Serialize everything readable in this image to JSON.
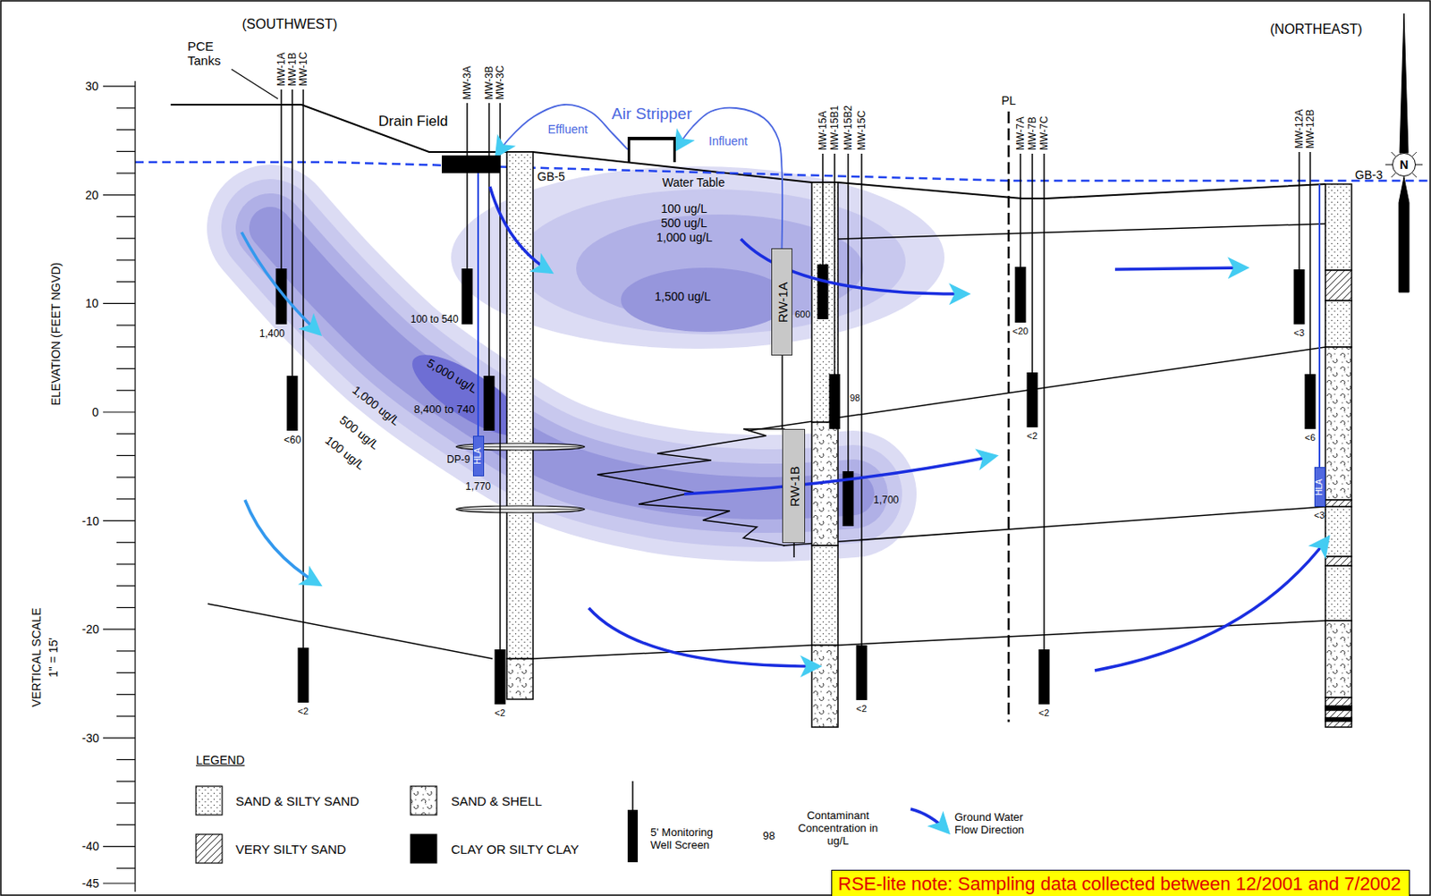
{
  "diagram": {
    "nodes": [
      {
        "text": [
          "Air Stripper"
        ]
      },
      {
        "text": [
          "Drain Field"
        ]
      },
      {
        "text": [
          "RW-1A"
        ]
      },
      {
        "text": [
          "RW-1B"
        ]
      },
      {
        "text": [
          "HLA"
        ]
      },
      {
        "text": [
          "HLA"
        ]
      },
      {
        "text": [
          "RSE-lite note: Sampling data collected between 12/2001 and 7/2002"
        ]
      },
      {
        "text": [
          "N"
        ]
      }
    ],
    "edges": [
      {
        "from": 2,
        "to": 0,
        "arrow": "to",
        "label": "Influent"
      },
      {
        "from": 0,
        "to": 1,
        "arrow": "to",
        "label": "Effluent"
      }
    ],
    "labels": [
      "(SOUTHWEST)",
      "(NORTHEAST)",
      "PCE Tanks",
      "MW-1A",
      "MW-1B",
      "MW-1C",
      "MW-3A",
      "MW-3B",
      "MW-3C",
      "GB-5",
      "MW-15A",
      "MW-15B1",
      "MW-15B2",
      "MW-15C",
      "PL",
      "MW-7A",
      "MW-7B",
      "MW-7C",
      "MW-12A",
      "MW-12B",
      "GB-3",
      "Water Table",
      "100 ug/L",
      "500 ug/L",
      "1,000 ug/L",
      "1,500 ug/L",
      "600",
      "1,400",
      "100 to 540",
      "<60",
      "5,000 ug/L",
      "8,400 to 740",
      "1,000 ug/L",
      "500 ug/L",
      "100 ug/L",
      "DP-9",
      "1,770",
      "98",
      "1,700",
      "<20",
      "<2",
      "<3",
      "<6",
      "<3",
      "<2",
      "<2",
      "<2",
      "<2",
      "30",
      "20",
      "10",
      "0",
      "-10",
      "-20",
      "-30",
      "-40",
      "-45",
      "ELEVATION (FEET NGVD)",
      "VERTICAL SCALE",
      "1\" = 15'",
      "LEGEND",
      "98"
    ],
    "legend": [
      {
        "text": "SAND & SILTY SAND"
      },
      {
        "text": "SAND & SHELL"
      },
      {
        "text": "VERY SILTY SAND"
      },
      {
        "text": "CLAY OR SILTY CLAY",
        "color": "#000000"
      },
      {
        "text": "5' Monitoring Well Screen"
      },
      {
        "text": "Contaminant Concentration in ug/L"
      },
      {
        "text": "Ground Water Flow Direction"
      }
    ]
  }
}
